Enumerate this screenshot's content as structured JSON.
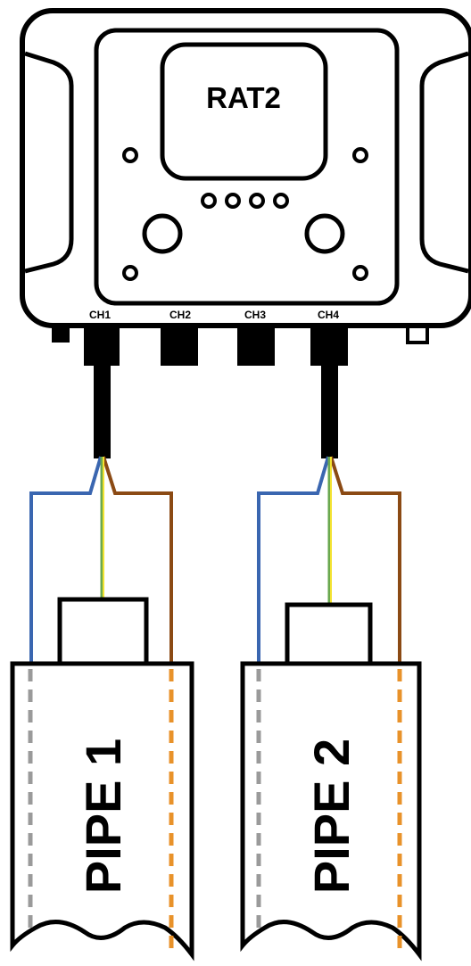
{
  "device": {
    "name": "RAT2",
    "channels": [
      "CH1",
      "CH2",
      "CH3",
      "CH4"
    ]
  },
  "pipes": [
    {
      "label": "PIPE 1",
      "channel": "CH1"
    },
    {
      "label": "PIPE 2",
      "channel": "CH4"
    }
  ],
  "colors": {
    "outline": "#000000",
    "wire_blue": "#3a66b0",
    "wire_brown": "#8b4a14",
    "wire_green": "#6aa84f",
    "wire_yellow": "#f2e230",
    "pipe_dash_left": "#9a9a9a",
    "pipe_dash_right": "#e8922a"
  }
}
